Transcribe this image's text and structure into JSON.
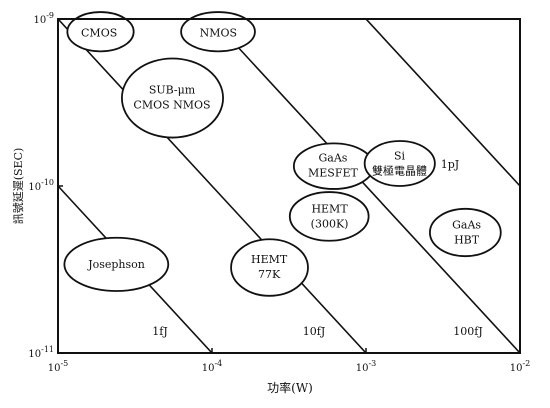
{
  "chart_data": {
    "type": "scatter",
    "xlabel": "功率(W)",
    "ylabel": "訊號延遲(SEC)",
    "x_scale": "log",
    "y_scale": "log",
    "xlim": [
      1e-05,
      0.01
    ],
    "ylim": [
      1e-11,
      1e-09
    ],
    "x_ticks": [
      {
        "value": 1e-05,
        "base": "10",
        "exp": "-5"
      },
      {
        "value": 0.0001,
        "base": "10",
        "exp": "-4"
      },
      {
        "value": 0.001,
        "base": "10",
        "exp": "-3"
      },
      {
        "value": 0.01,
        "base": "10",
        "exp": "-2"
      }
    ],
    "y_ticks": [
      {
        "value": 1e-09,
        "base": "10",
        "exp": "-9"
      },
      {
        "value": 1e-10,
        "base": "10",
        "exp": "-10"
      },
      {
        "value": 1e-11,
        "base": "10",
        "exp": "-11"
      }
    ],
    "grid": false,
    "energy_lines": [
      {
        "label": "1fJ",
        "energy_J": 1e-15
      },
      {
        "label": "10fJ",
        "energy_J": 1e-14
      },
      {
        "label": "100fJ",
        "energy_J": 1e-13
      },
      {
        "label": "1pJ",
        "energy_J": 1e-12
      }
    ],
    "regions": [
      {
        "lines": [
          "CMOS"
        ],
        "x_center": 1.85e-05,
        "y_center": 8.3e-10,
        "x_range": [
          1.15e-05,
          3.1e-05
        ],
        "y_range": [
          6.4e-10,
          1.1e-09
        ]
      },
      {
        "lines": [
          "NMOS"
        ],
        "x_center": 0.00011,
        "y_center": 8.3e-10,
        "x_range": [
          6.3e-05,
          0.00019
        ],
        "y_range": [
          6.4e-10,
          1.1e-09
        ]
      },
      {
        "lines": [
          "SUB-μm",
          "CMOS NMOS"
        ],
        "x_center": 5.5e-05,
        "y_center": 3.4e-10,
        "x_range": [
          2.6e-05,
          0.000118
        ],
        "y_range": [
          1.95e-10,
          5.8e-10
        ]
      },
      {
        "lines": [
          "GaAs",
          "MESFET"
        ],
        "x_center": 0.00061,
        "y_center": 1.34e-10,
        "x_range": [
          0.00034,
          0.00112
        ],
        "y_range": [
          9.6e-11,
          1.8e-10
        ]
      },
      {
        "lines": [
          "Si",
          "雙極電晶體"
        ],
        "x_center": 0.00165,
        "y_center": 1.37e-10,
        "x_range": [
          0.00098,
          0.0028
        ],
        "y_range": [
          1e-10,
          1.86e-10
        ]
      },
      {
        "lines": [
          "HEMT",
          "(300K)"
        ],
        "x_center": 0.00058,
        "y_center": 6.6e-11,
        "x_range": [
          0.00032,
          0.00104
        ],
        "y_range": [
          4.7e-11,
          9.2e-11
        ]
      },
      {
        "lines": [
          "GaAs",
          "HBT"
        ],
        "x_center": 0.0045,
        "y_center": 5.3e-11,
        "x_range": [
          0.0026,
          0.0075
        ],
        "y_range": [
          3.8e-11,
          7.3e-11
        ]
      },
      {
        "lines": [
          "Josephson"
        ],
        "x_center": 2.4e-05,
        "y_center": 3.4e-11,
        "x_range": [
          1.1e-05,
          5.2e-05
        ],
        "y_range": [
          2.35e-11,
          4.9e-11
        ]
      },
      {
        "lines": [
          "HEMT",
          "77K"
        ],
        "x_center": 0.000235,
        "y_center": 3.3e-11,
        "x_range": [
          0.000133,
          0.00042
        ],
        "y_range": [
          2.2e-11,
          4.8e-11
        ]
      }
    ]
  }
}
